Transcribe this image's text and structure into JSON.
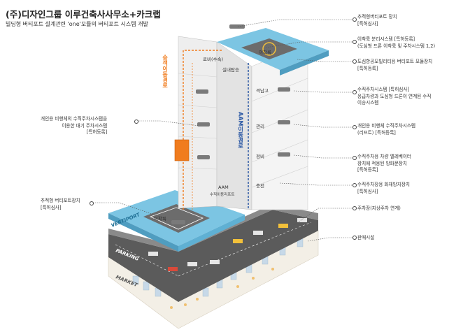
{
  "header": {
    "title": "(주)디자인그룹 이루건축사사무소+카크랩",
    "subtitle": "빌딩형 버티포트 설계관련 'one'모듈의 버티포트 시스템 개발"
  },
  "annotations_right": [
    {
      "lines": [
        "추적형버티포트 장치",
        "[특허심사]"
      ]
    },
    {
      "lines": [
        "이착륙 분리시스템 [특허등록]",
        "(도심형 드론 이착륙 및 주차시스템 1,2)"
      ]
    },
    {
      "lines": [
        "도심항공모빌리티용 버티포트 모듈장치",
        "[특허등록]"
      ]
    },
    {
      "lines": [
        "수직주차시스템 [특허심사]",
        "응급차량과 도심형 드론이 연계된 수직",
        "이송시스템"
      ]
    },
    {
      "lines": [
        "개인용 비행체 수직주차시스템",
        "(리프트) [특허등록]"
      ]
    },
    {
      "lines": [
        "수직주차용 차량 엘레베이터",
        "장치에 적용된 방화문장치",
        "[특허등록]"
      ]
    },
    {
      "lines": [
        "수직주차장용 화재방지장치",
        "[특허심사]"
      ]
    },
    {
      "lines": [
        "주차장(지상주차 연계)"
      ]
    },
    {
      "lines": [
        "판매시설"
      ]
    }
  ],
  "annotations_left": [
    {
      "lines": [
        "개인용 비행체의 수직주차시스템을",
        "이용한 대기 주차시스템",
        "[특허등록]"
      ]
    },
    {
      "lines": [
        "추적형 버티포트장치",
        "[특허심사]"
      ]
    }
  ],
  "building_labels": {
    "passenger_path": "승객이동경로",
    "aam_path": "AAM이동경로",
    "lobby": "로비(수속)",
    "waiting": "실내탑승",
    "rooftop": "이착륙",
    "f4": "격납고",
    "f3": "관리",
    "f2": "정비",
    "f1": "충전",
    "landing": "이착륙",
    "aam_elevator": "AAM",
    "aam_elevator2": "수직이동리프트"
  },
  "zone_labels": {
    "vertiport": "VERTIPORT",
    "parking": "PARKING",
    "market": "MARKET"
  },
  "colors": {
    "sky": "#7cc5e3",
    "orange": "#f07c1e",
    "aam_blue": "#1f4fa0",
    "road": "#5b5b5b"
  }
}
